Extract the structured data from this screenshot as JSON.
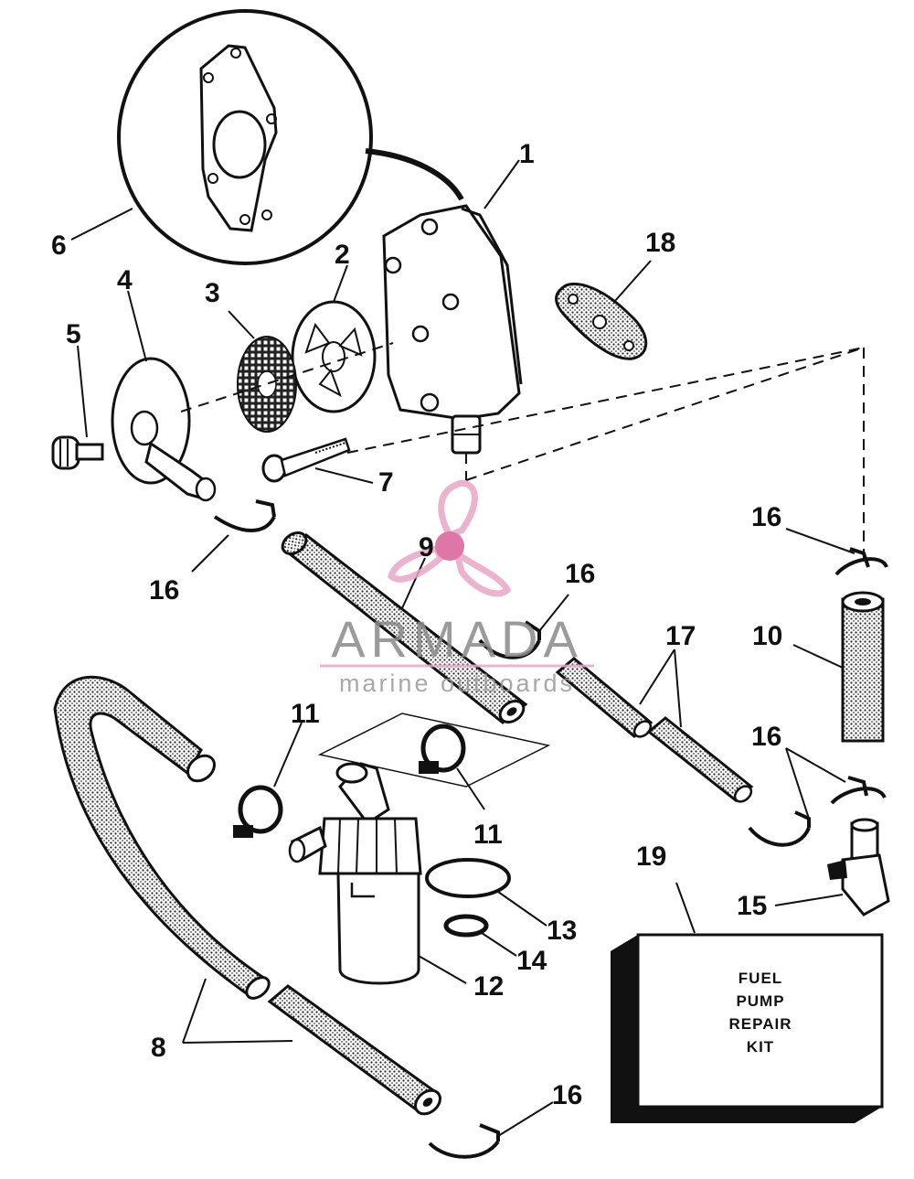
{
  "callouts": {
    "n1": "1",
    "n2": "2",
    "n3": "3",
    "n4": "4",
    "n5": "5",
    "n6": "6",
    "n7": "7",
    "n8": "8",
    "n9": "9",
    "n10": "10",
    "n11a": "11",
    "n11b": "11",
    "n12": "12",
    "n13": "13",
    "n14": "14",
    "n15": "15",
    "n16a": "16",
    "n16b": "16",
    "n16c": "16",
    "n16d": "16",
    "n16e": "16",
    "n17": "17",
    "n18": "18",
    "n19": "19"
  },
  "kit_box": {
    "line1": "FUEL",
    "line2": "PUMP",
    "line3": "REPAIR",
    "line4": "KIT"
  },
  "watermark": {
    "brand": "ARMADA",
    "tagline": "marine outboards",
    "logo_color": "#e9a6c6",
    "hub_color": "#d9609a"
  }
}
